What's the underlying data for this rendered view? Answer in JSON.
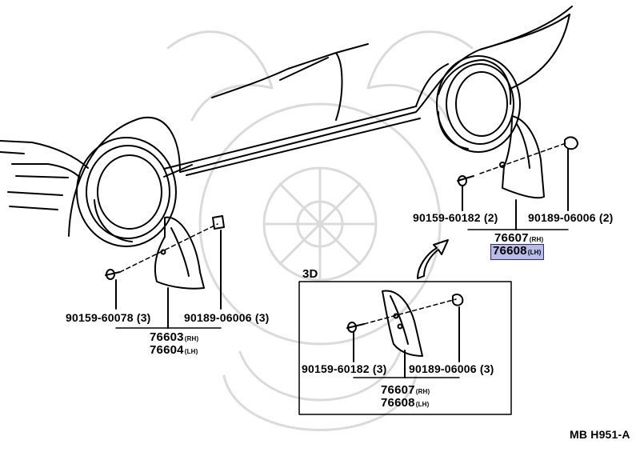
{
  "diagram": {
    "code": "MB H951-A",
    "inset_label": "3D",
    "colors": {
      "ink": "#000000",
      "highlight": "#b8bce6",
      "highlight_border": "#2b2f7a",
      "watermark": "#c8c8c8"
    },
    "rear_group": {
      "bolt_part": "90159-60182",
      "bolt_qty": "(2)",
      "clip_part": "90189-06006",
      "clip_qty": "(2)",
      "flap_rh_part": "76607",
      "flap_rh_side": "(RH)",
      "flap_lh_part": "76608",
      "flap_lh_side": "(LH)"
    },
    "front_group": {
      "bolt_part": "90159-60078",
      "bolt_qty": "(3)",
      "clip_part": "90189-06006",
      "clip_qty": "(3)",
      "flap_rh_part": "76603",
      "flap_rh_side": "(RH)",
      "flap_lh_part": "76604",
      "flap_lh_side": "(LH)"
    },
    "inset_group": {
      "bolt_part": "90159-60182",
      "bolt_qty": "(3)",
      "clip_part": "90189-06006",
      "clip_qty": "(3)",
      "flap_rh_part": "76607",
      "flap_rh_side": "(RH)",
      "flap_lh_part": "76608",
      "flap_lh_side": "(LH)"
    }
  }
}
